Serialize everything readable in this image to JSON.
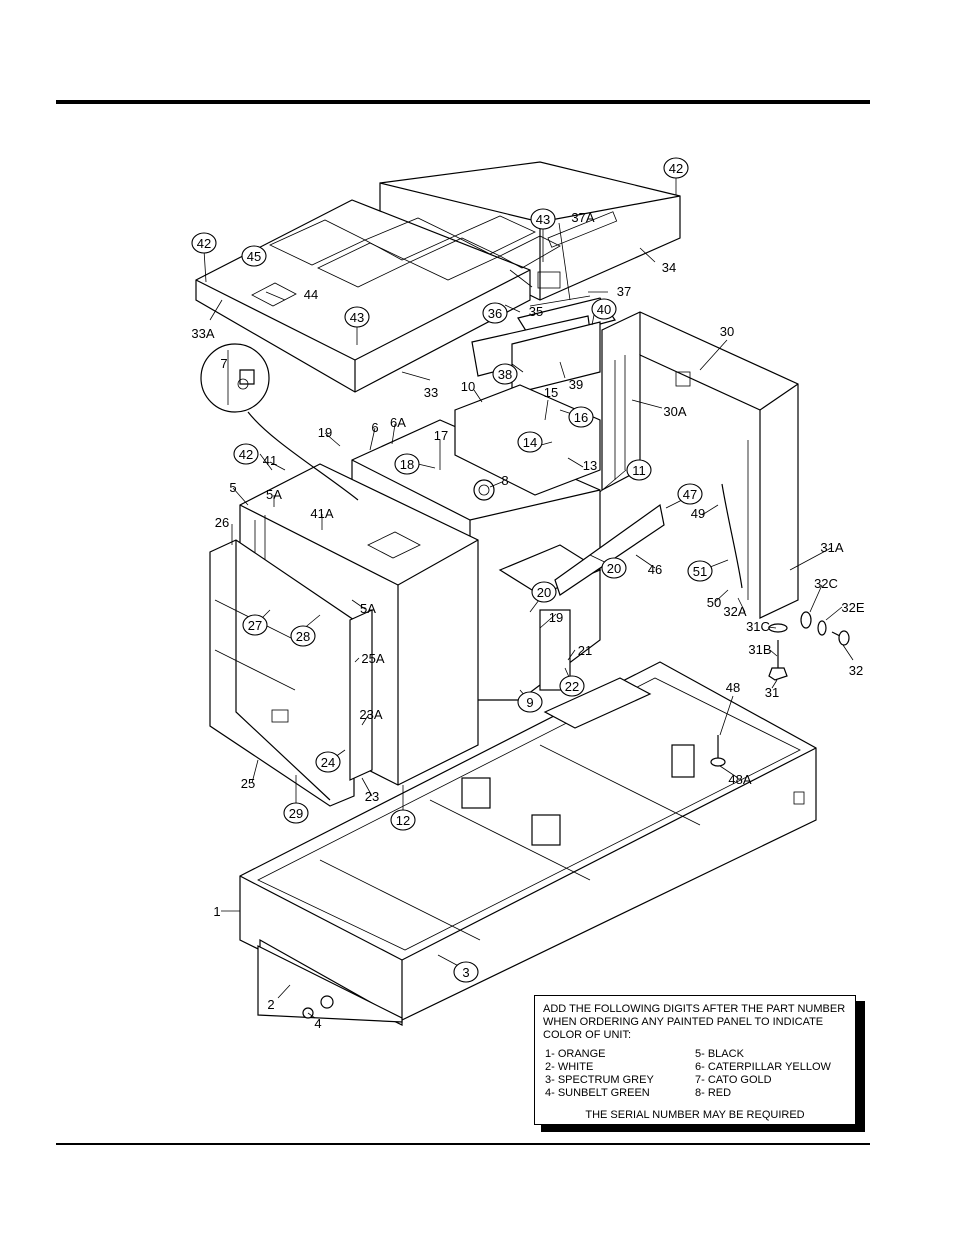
{
  "callouts": {
    "c1": "1",
    "c2": "2",
    "c3": "3",
    "c4": "4",
    "c5": "5",
    "c5A_top": "5A",
    "c5A_side": "5A",
    "c6": "6",
    "c6A": "6A",
    "c7": "7",
    "c8": "8",
    "c9": "9",
    "c10": "10",
    "c11": "11",
    "c12": "12",
    "c13": "13",
    "c14": "14",
    "c15": "15",
    "c16": "16",
    "c17": "17",
    "c18": "18",
    "c19_top": "19",
    "c19_mid": "19",
    "c20_left": "20",
    "c20_right": "20",
    "c21": "21",
    "c22": "22",
    "c23": "23",
    "c23A": "23A",
    "c24": "24",
    "c25": "25",
    "c25A": "25A",
    "c26": "26",
    "c27": "27",
    "c28": "28",
    "c29": "29",
    "c30": "30",
    "c30A": "30A",
    "c31": "31",
    "c31A": "31A",
    "c31B": "31B",
    "c31C": "31C",
    "c32": "32",
    "c32A": "32A",
    "c32C": "32C",
    "c32E": "32E",
    "c33": "33",
    "c33A": "33A",
    "c34": "34",
    "c35": "35",
    "c36": "36",
    "c37": "37",
    "c37A": "37A",
    "c38": "38",
    "c39": "39",
    "c40": "40",
    "c41": "41",
    "c41A": "41A",
    "c42_left": "42",
    "c42_top": "42",
    "c42_mid": "42",
    "c43_left": "43",
    "c43_right": "43",
    "c44": "44",
    "c45": "45",
    "c46": "46",
    "c47": "47",
    "c48": "48",
    "c48A": "48A",
    "c49": "49",
    "c50": "50",
    "c51": "51"
  },
  "note": {
    "header": "ADD THE FOLLOWING DIGITS AFTER THE PART NUMBER WHEN ORDERING ANY PAINTED PANEL TO INDICATE COLOR OF UNIT:",
    "colors_left": [
      "1- ORANGE",
      "2- WHITE",
      "3- SPECTRUM GREY",
      "4- SUNBELT GREEN"
    ],
    "colors_right": [
      "5- BLACK",
      "6- CATERPILLAR YELLOW",
      "7- CATO GOLD",
      "8- RED"
    ],
    "footer": "THE SERIAL NUMBER MAY BE REQUIRED"
  }
}
